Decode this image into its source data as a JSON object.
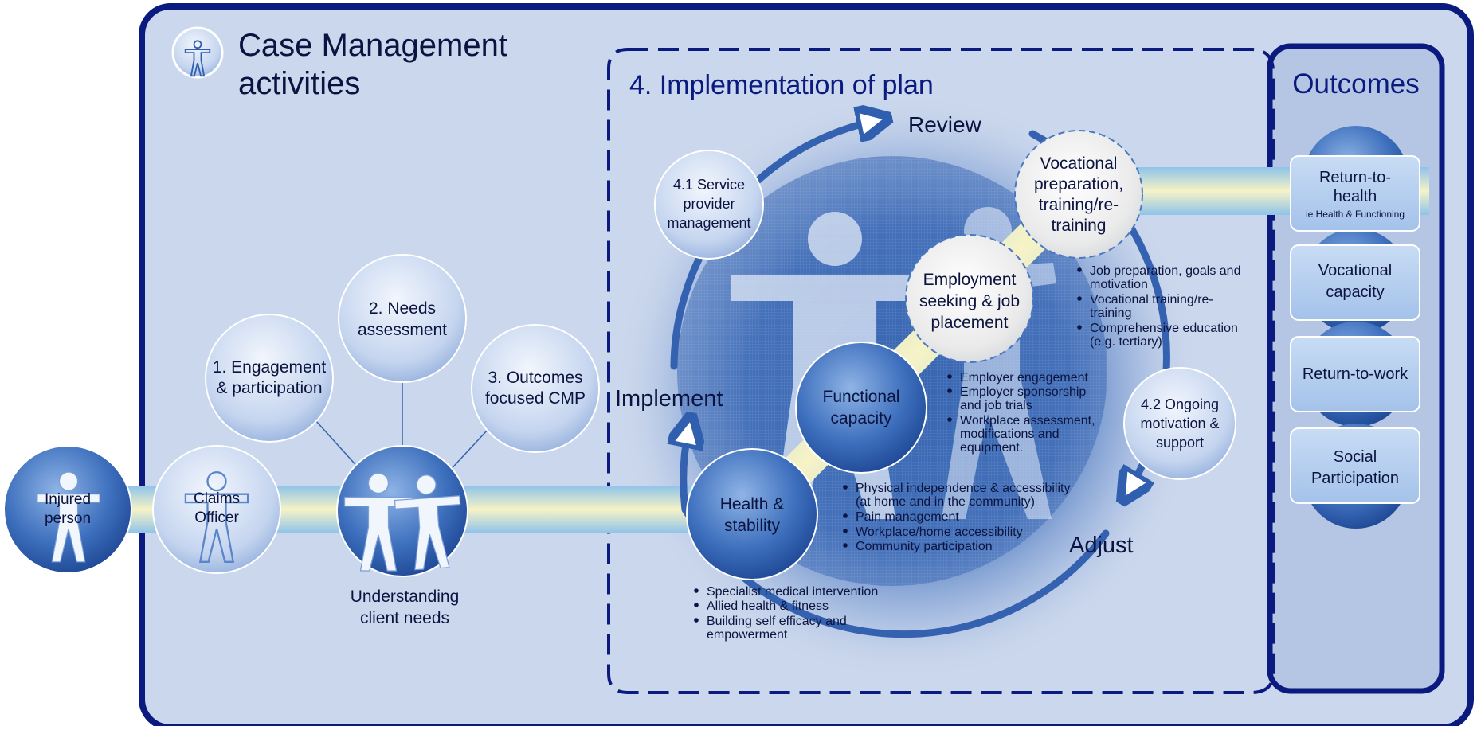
{
  "title": {
    "line1": "Case Management",
    "line2": "activities"
  },
  "plan_title": "4. Implementation of plan",
  "outcomes": {
    "title": "Outcomes",
    "items": [
      {
        "line1": "Return-to-",
        "line2": "health",
        "sub": "ie Health & Functioning"
      },
      {
        "line1": "Vocational",
        "line2": "capacity"
      },
      {
        "line1": "Return-to-work"
      },
      {
        "line1": "Social",
        "line2": "Participation"
      }
    ]
  },
  "flow": {
    "injured": {
      "line1": "Injured",
      "line2": "person"
    },
    "claims": {
      "line1": "Claims",
      "line2": "Officer"
    },
    "understanding": {
      "line1": "Understanding",
      "line2": "client needs"
    }
  },
  "steps": {
    "engagement": {
      "line1": "1. Engagement",
      "line2": "& participation"
    },
    "needs": {
      "line1": "2. Needs",
      "line2": "assessment"
    },
    "outcomes_cmp": {
      "line1": "3. Outcomes",
      "line2": "focused CMP"
    },
    "service": {
      "line1": "4.1 Service",
      "line2": "provider",
      "line3": "management"
    },
    "ongoing": {
      "line1": "4.2 Ongoing",
      "line2": "motivation &",
      "line3": "support"
    }
  },
  "cycle": {
    "review": "Review",
    "implement": "Implement",
    "adjust": "Adjust"
  },
  "stages": {
    "health": {
      "line1": "Health &",
      "line2": "stability"
    },
    "functional": {
      "line1": "Functional",
      "line2": "capacity"
    },
    "employment": {
      "line1": "Employment",
      "line2": "seeking & job",
      "line3": "placement"
    },
    "vocational": {
      "line1": "Vocational",
      "line2": "preparation,",
      "line3": "training/re-",
      "line4": "training"
    }
  },
  "bullets": {
    "vocational": {
      "b1": {
        "l1": "Job preparation, goals and",
        "l2": "motivation"
      },
      "b2": {
        "l1": "Vocational training/re-",
        "l2": "training"
      },
      "b3": {
        "l1": "Comprehensive education",
        "l2": "(e.g. tertiary)"
      }
    },
    "employment": {
      "b1": {
        "l1": "Employer engagement"
      },
      "b2": {
        "l1": "Employer sponsorship",
        "l2": "and job trials"
      },
      "b3": {
        "l1": "Workplace assessment,",
        "l2": "modifications and",
        "l3": "equipment."
      }
    },
    "functional": {
      "b1": {
        "l1": "Physical independence & accessibility",
        "l2": "(at home and in the community)"
      },
      "b2": {
        "l1": "Pain management"
      },
      "b3": {
        "l1": "Workplace/home accessibility"
      },
      "b4": {
        "l1": "Community participation"
      }
    },
    "health": {
      "b1": {
        "l1": "Specialist medical intervention"
      },
      "b2": {
        "l1": "Allied health & fitness"
      },
      "b3": {
        "l1": "Building self efficacy and",
        "l2": "empowerment"
      }
    }
  },
  "colors": {
    "navy": "#0a1a7e",
    "panel": "#cbd7ec",
    "bubble": "#2f5fae",
    "tube": "#f3f1c7"
  }
}
